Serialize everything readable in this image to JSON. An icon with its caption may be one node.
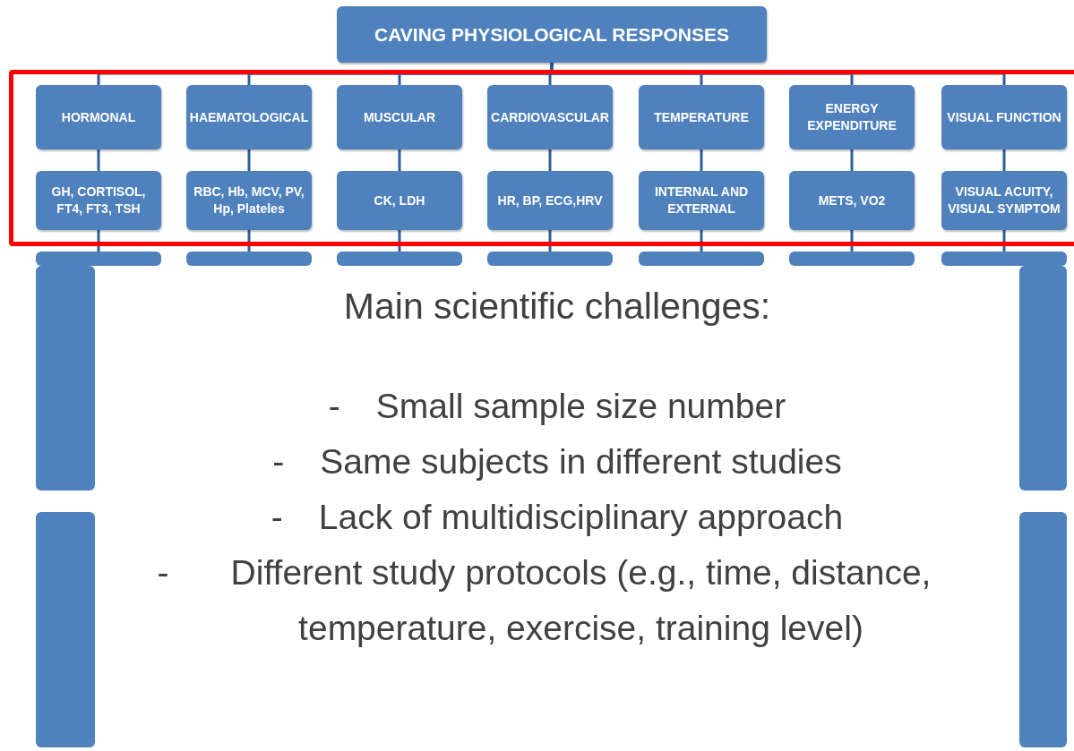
{
  "diagram": {
    "nodes": [
      {
        "text": [
          "CAVING PHYSIOLOGICAL RESPONSES"
        ]
      },
      {
        "text": [
          "HORMONAL"
        ]
      },
      {
        "text": [
          "HAEMATOLOGICAL"
        ]
      },
      {
        "text": [
          "MUSCULAR"
        ]
      },
      {
        "text": [
          "CARDIOVASCULAR"
        ]
      },
      {
        "text": [
          "TEMPERATURE"
        ]
      },
      {
        "text": [
          "ENERGY EXPENDITURE"
        ]
      },
      {
        "text": [
          "VISUAL FUNCTION"
        ]
      },
      {
        "text": [
          "GH, CORTISOL, FT4, FT3, TSH"
        ]
      },
      {
        "text": [
          "RBC, Hb, MCV, PV, Hp, Plateles"
        ]
      },
      {
        "text": [
          "CK, LDH"
        ]
      },
      {
        "text": [
          "HR, BP, ECG,HRV"
        ]
      },
      {
        "text": [
          "INTERNAL AND EXTERNAL"
        ]
      },
      {
        "text": [
          "METS, VO2"
        ]
      },
      {
        "text": [
          "VISUAL ACUITY, VISUAL SYMPTOM"
        ]
      },
      {
        "text": [],
        "shape": "box"
      },
      {
        "text": [],
        "shape": "box"
      },
      {
        "text": [],
        "shape": "box"
      },
      {
        "text": [],
        "shape": "box"
      },
      {
        "text": [],
        "shape": "box"
      },
      {
        "text": [],
        "shape": "box"
      },
      {
        "text": [],
        "shape": "box"
      },
      {
        "text": [],
        "shape": "box"
      },
      {
        "text": [],
        "shape": "box"
      },
      {
        "text": [],
        "shape": "box"
      },
      {
        "text": [],
        "shape": "box"
      },
      {
        "text": [
          "Main scientific challenges:",
          "-",
          "Small sample size number",
          "-",
          "Same subjects in different studies",
          "-",
          "Lack of multidisciplinary approach",
          "-",
          "Different study protocols (e.g., time, distance, temperature, exercise, training level)"
        ]
      }
    ],
    "edges": [
      {
        "from": 0,
        "to": 1,
        "arrow": "none"
      },
      {
        "from": 0,
        "to": 2,
        "arrow": "none"
      },
      {
        "from": 0,
        "to": 3,
        "arrow": "none"
      },
      {
        "from": 0,
        "to": 4,
        "arrow": "none"
      },
      {
        "from": 0,
        "to": 5,
        "arrow": "none"
      },
      {
        "from": 0,
        "to": 6,
        "arrow": "none"
      },
      {
        "from": 0,
        "to": 7,
        "arrow": "none"
      },
      {
        "from": 1,
        "to": 8,
        "arrow": "none"
      },
      {
        "from": 2,
        "to": 9,
        "arrow": "none"
      },
      {
        "from": 3,
        "to": 10,
        "arrow": "none"
      },
      {
        "from": 4,
        "to": 11,
        "arrow": "none"
      },
      {
        "from": 5,
        "to": 12,
        "arrow": "none"
      },
      {
        "from": 6,
        "to": 13,
        "arrow": "none"
      },
      {
        "from": 7,
        "to": 14,
        "arrow": "none"
      },
      {
        "from": 8,
        "to": 15,
        "arrow": "none"
      },
      {
        "from": 9,
        "to": 16,
        "arrow": "none"
      },
      {
        "from": 10,
        "to": 17,
        "arrow": "none"
      },
      {
        "from": 11,
        "to": 18,
        "arrow": "none"
      },
      {
        "from": 12,
        "to": 19,
        "arrow": "none"
      },
      {
        "from": 13,
        "to": 20,
        "arrow": "none"
      },
      {
        "from": 14,
        "to": 21,
        "arrow": "none"
      }
    ]
  }
}
